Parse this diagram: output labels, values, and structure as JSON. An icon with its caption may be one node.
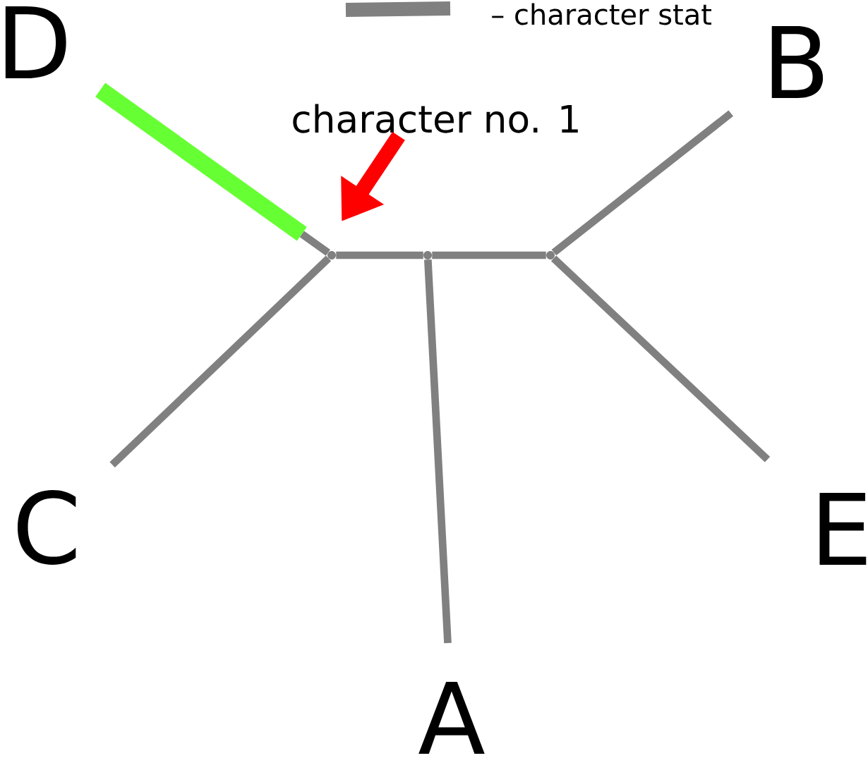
{
  "diagram": {
    "nodes": [
      {
        "text": [
          "D"
        ]
      },
      {
        "text": [
          "B"
        ]
      },
      {
        "text": [
          "character no. 1"
        ]
      },
      {
        "text": [],
        "shape": "point"
      },
      {
        "text": [],
        "shape": "point"
      },
      {
        "text": [],
        "shape": "point"
      },
      {
        "text": [
          "C"
        ]
      },
      {
        "text": [
          "E"
        ]
      },
      {
        "text": [
          "A"
        ]
      }
    ],
    "edges": [
      {
        "from": 3,
        "to": 0,
        "arrow": "none",
        "style": "thick",
        "color": "#66ff33"
      },
      {
        "from": 3,
        "to": 4,
        "arrow": "none"
      },
      {
        "from": 4,
        "to": 5,
        "arrow": "none"
      },
      {
        "from": 4,
        "to": 8,
        "arrow": "none"
      },
      {
        "from": 5,
        "to": 1,
        "arrow": "none"
      },
      {
        "from": 3,
        "to": 6,
        "arrow": "none"
      },
      {
        "from": 5,
        "to": 7,
        "arrow": "none"
      },
      {
        "from": 2,
        "to": null,
        "arrow": "to",
        "style": "thick",
        "color": "#ff0000"
      }
    ],
    "legend": [
      {
        "text": "– character stat"
      }
    ]
  }
}
